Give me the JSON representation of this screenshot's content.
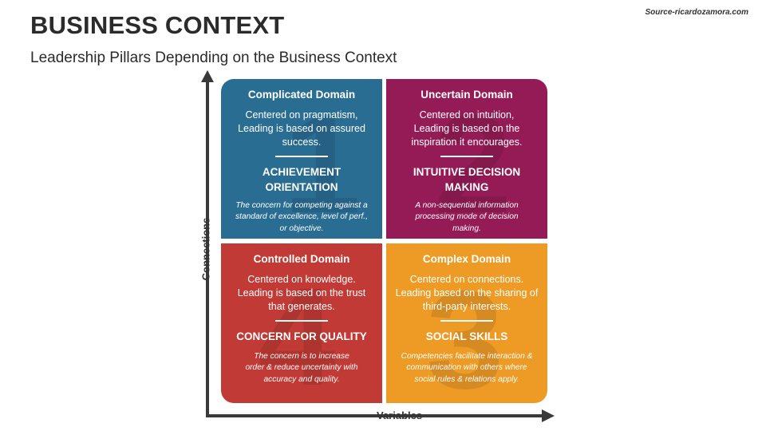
{
  "header": {
    "title": "BUSINESS CONTEXT",
    "subtitle": "Leadership Pillars Depending on the Business Context",
    "source": "Source-ricardozamora.com"
  },
  "axes": {
    "y_label": "Connections",
    "x_label": "Variables"
  },
  "quadrants": [
    {
      "number": "1",
      "color": "#2a6d93",
      "heading": "Complicated Domain",
      "description": "Centered on pragmatism, Leading is based on assured success.",
      "pillar": "ACHIEVEMENT ORIENTATION",
      "note": "The concern for competing against a standard of excellence, level of perf., or objective."
    },
    {
      "number": "2",
      "color": "#951b56",
      "heading": "Uncertain Domain",
      "description": "Centered on intuition, Leading is based on the inspiration it encourages.",
      "pillar": "INTUITIVE DECISION MAKING",
      "note": "A non-sequential information processing mode of decision making."
    },
    {
      "number": "4",
      "color": "#c23a35",
      "heading": "Controlled Domain",
      "description": "Centered on knowledge. Leading is based on the trust that generates.",
      "pillar": "CONCERN FOR QUALITY",
      "note": "The concern is to increase order & reduce uncertainty with accuracy and quality."
    },
    {
      "number": "3",
      "color": "#ee9b26",
      "heading": "Complex Domain",
      "description": "Centered on connections. Leading based on the sharing of third-party interests.",
      "pillar": "SOCIAL SKILLS",
      "note": "Competencies facilitate interaction & communication with others where social rules & relations apply."
    }
  ]
}
